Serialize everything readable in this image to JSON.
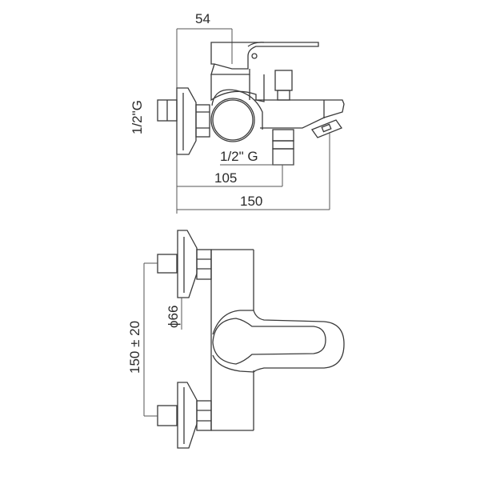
{
  "diagram": {
    "type": "technical-drawing",
    "subject": "Wall-mounted bath/shower mixer tap",
    "views": [
      {
        "name": "side-view",
        "dimensions": {
          "handle_depth": "54",
          "inlet_thread": "1/2\"G",
          "outlet_thread": "1/2\" G",
          "outlet_offset": "105",
          "total_projection": "150"
        }
      },
      {
        "name": "front-view",
        "dimensions": {
          "inlet_centres": "150 ± 20",
          "escutcheon_diameter": "ϕ66"
        }
      }
    ],
    "line_color": "#3a3a3a",
    "background": "#ffffff"
  }
}
